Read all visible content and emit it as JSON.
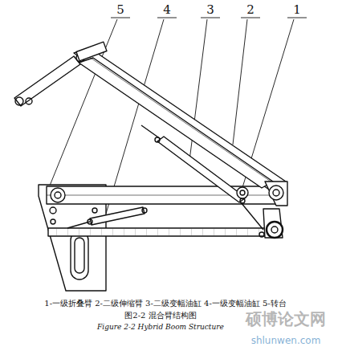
{
  "diagram": {
    "caption": "图2-2 混合臂结构图",
    "labels": [
      "5",
      "4",
      "3",
      "2",
      "1",
      "1-一级折叠臂 2-二级伸缩臂 3-二级变幅油缸 4-一级变幅油缸 5-转台",
      "Figure 2-2 Hybrid Boom Structure",
      "硕博论文网",
      "shlunwen.com"
    ]
  }
}
